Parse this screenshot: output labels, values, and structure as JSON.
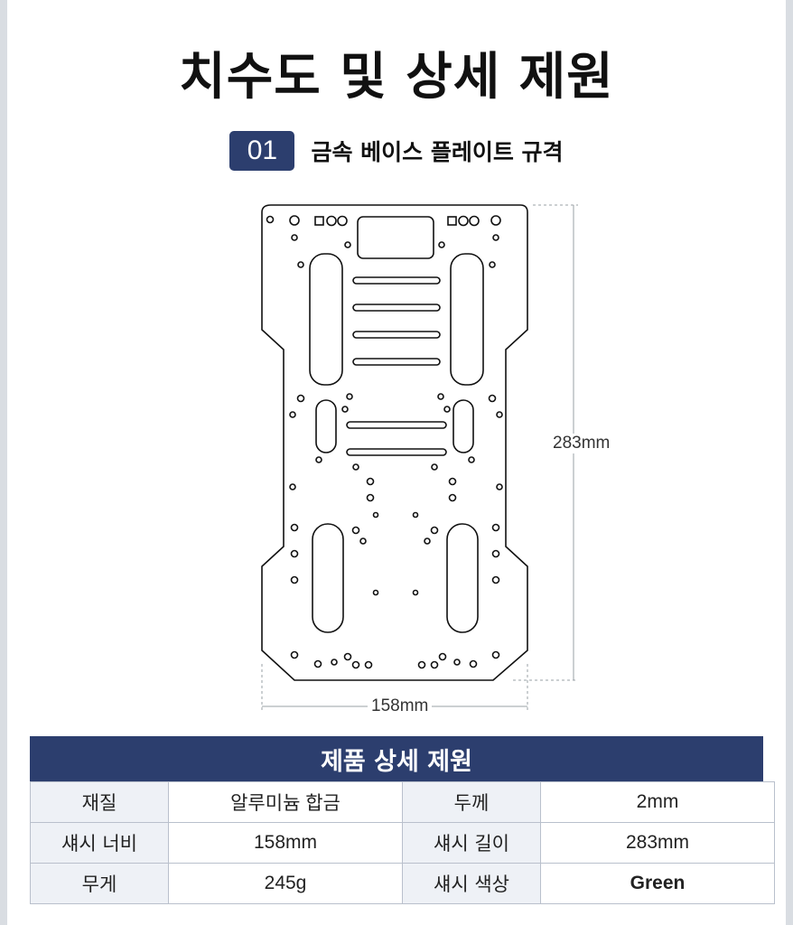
{
  "title": "치수도 및 상세 제원",
  "section": {
    "number": "01",
    "title": "금속 베이스 플레이트 규격"
  },
  "dimensions": {
    "width_label": "158mm",
    "height_label": "283mm"
  },
  "spec": {
    "header": "제품 상세 제원",
    "rows": [
      [
        {
          "label": "재질",
          "value": "알루미늄 합금"
        },
        {
          "label": "두께",
          "value": "2mm"
        }
      ],
      [
        {
          "label": "섀시 너비",
          "value": "158mm"
        },
        {
          "label": "섀시 길이",
          "value": "283mm"
        }
      ],
      [
        {
          "label": "무게",
          "value": "245g"
        },
        {
          "label": "섀시 색상",
          "value": "Green"
        }
      ]
    ]
  }
}
